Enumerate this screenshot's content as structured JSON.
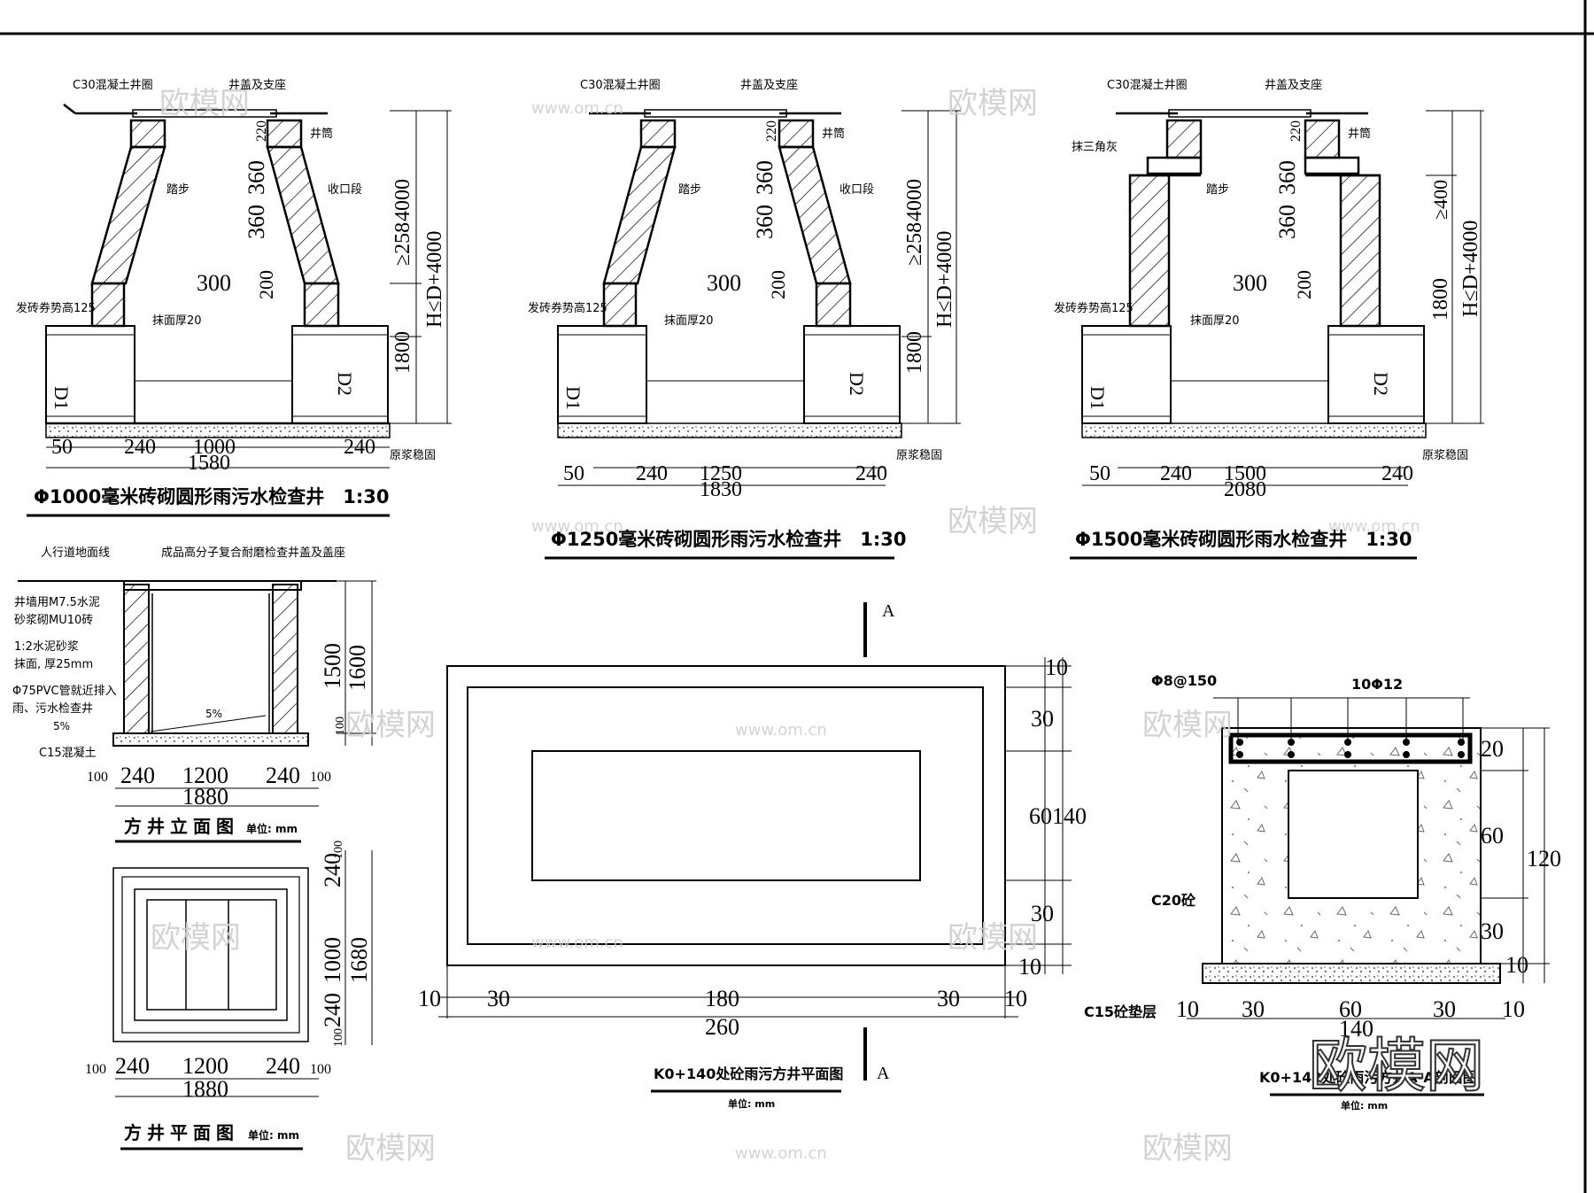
{
  "lbl": {
    "c30": "C30混凝土井圈",
    "cover": "井盖及支座",
    "shaft": "井筒",
    "step": "踏步",
    "taper": "收口段",
    "arch": "发砖券势高125",
    "plaster": "抹面厚20",
    "base": "原浆稳固",
    "tri": "抹三角灰",
    "d1": "D1",
    "d2": "D2"
  },
  "dim": {
    "r220": "220",
    "r360": "360",
    "r300": "300",
    "r200": "200",
    "r1800": "1800",
    "r_ge258": "≥258",
    "r_4000": "4000",
    "r_hd": "H≤D+4000",
    "r_ge400": "≥400",
    "r50": "50",
    "r240": "240",
    "r1000": "1000",
    "r1250": "1250",
    "r1500": "1500",
    "r1580": "1580",
    "r1830": "1830",
    "r2080": "2080"
  },
  "titles": {
    "w1": "Φ1000毫米砖砌圆形雨污水检查井　1:30",
    "w2": "Φ1250毫米砖砌圆形雨污水检查井　1:30",
    "w3": "Φ1500毫米砖砌圆形雨水检查井　1:30"
  },
  "elev": {
    "ground": "人行道地面线",
    "cover": "成品高分子复合耐磨检查井盖及盖座",
    "wall1": "井墙用M7.5水泥",
    "wall2": "砂浆砌MU10砖",
    "pl1": "1:2水泥砂浆",
    "pl2": "抹面, 厚25mm",
    "pvc1": "Φ75PVC管就近排入",
    "pvc2": "雨、污水检查井",
    "slope": "5%",
    "c15": "C15混凝土",
    "d100": "100",
    "d240": "240",
    "d1200": "1200",
    "d1880": "1880",
    "d1500": "1500",
    "d1600": "1600",
    "title": "方井立面图",
    "unit": "单位: mm"
  },
  "plan_sq": {
    "d100": "100",
    "d240": "240",
    "d1000": "1000",
    "d1680": "1680",
    "d1200": "1200",
    "d1880": "1880",
    "title": "方井平面图",
    "unit": "单位: mm"
  },
  "plan_k": {
    "a": "A",
    "d10": "10",
    "d30": "30",
    "d180": "180",
    "d260": "260",
    "d60140": "60140",
    "title": "K0+140处砼雨污方井平面图",
    "unit": "单位: mm"
  },
  "sect": {
    "rebar1": "Φ8@150",
    "rebar2": "10Φ12",
    "c20": "C20砼",
    "c15": "C15砼垫层",
    "d20": "20",
    "d60": "60",
    "d120": "120",
    "d30": "30",
    "d10": "10",
    "d140": "140",
    "title": "K0+140处砼雨污方井A-A剖面图",
    "unit": "单位: mm"
  },
  "wm": {
    "logo": "欧模网",
    "url": "www.om.cn"
  }
}
